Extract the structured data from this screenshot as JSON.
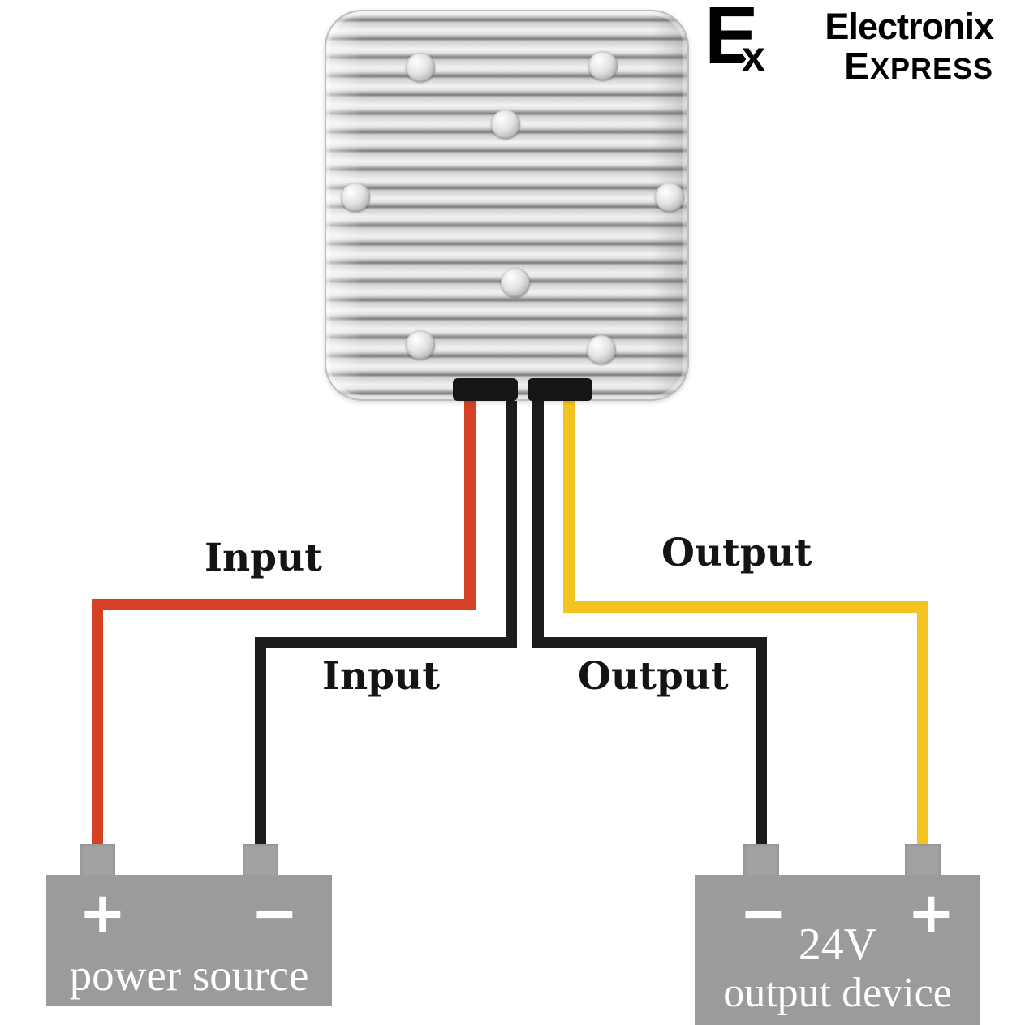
{
  "logo": {
    "icon_letter_main": "E",
    "icon_letter_sub": "x",
    "line1": "Electronix",
    "line2_initial": "E",
    "line2_rest": "XPRESS"
  },
  "wires": {
    "input_positive": {
      "label": "Input",
      "color": "#d44124"
    },
    "input_negative": {
      "label": "Input",
      "color": "#1c1c1c"
    },
    "output_negative": {
      "label": "Output",
      "color": "#1c1c1c"
    },
    "output_positive": {
      "label": "Output",
      "color": "#f2c321"
    }
  },
  "power_source": {
    "plus_sign": "+",
    "minus_sign": "−",
    "label": "power source"
  },
  "output_device": {
    "minus_sign": "−",
    "plus_sign": "+",
    "voltage": "24V",
    "label": "output device"
  },
  "colors": {
    "box_gray": "#9b9b9b",
    "terminal_gray": "#a2a2a2",
    "converter_silver": "#d9d9d9",
    "wire_red": "#d44124",
    "wire_black": "#1c1c1c",
    "wire_yellow": "#f2c321"
  }
}
